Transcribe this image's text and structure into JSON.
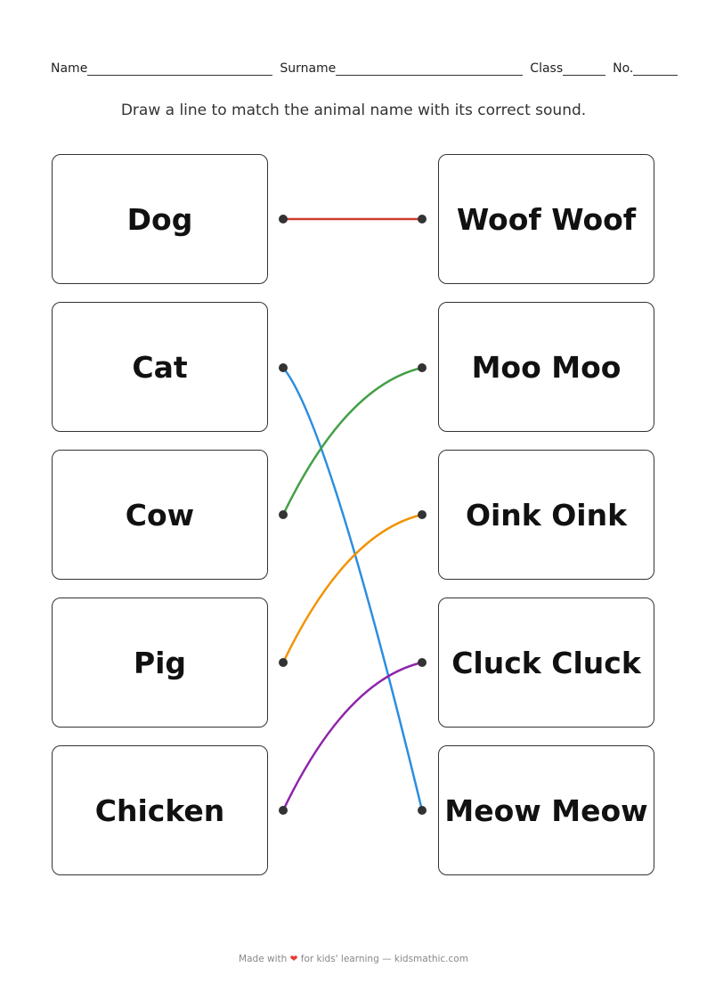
{
  "header": {
    "name_label": "Name",
    "surname_label": "Surname",
    "class_label": "Class",
    "no_label": "No."
  },
  "instruction": "Draw a line to match the animal name with its correct sound.",
  "animals": [
    "Dog",
    "Cat",
    "Cow",
    "Pig",
    "Chicken"
  ],
  "sounds": [
    "Woof Woof",
    "Moo Moo",
    "Oink Oink",
    "Cluck Cluck",
    "Meow Meow"
  ],
  "matches": [
    {
      "animal": 0,
      "sound": 0,
      "color": "#d03a2f"
    },
    {
      "animal": 1,
      "sound": 4,
      "color": "#2b8ee0"
    },
    {
      "animal": 2,
      "sound": 1,
      "color": "#43a047"
    },
    {
      "animal": 3,
      "sound": 2,
      "color": "#f29200"
    },
    {
      "animal": 4,
      "sound": 3,
      "color": "#8e24aa"
    }
  ],
  "footer": {
    "prefix": "Made with",
    "heart_icon": "heart-icon",
    "suffix": "for kids' learning — kidsmathic.com"
  }
}
